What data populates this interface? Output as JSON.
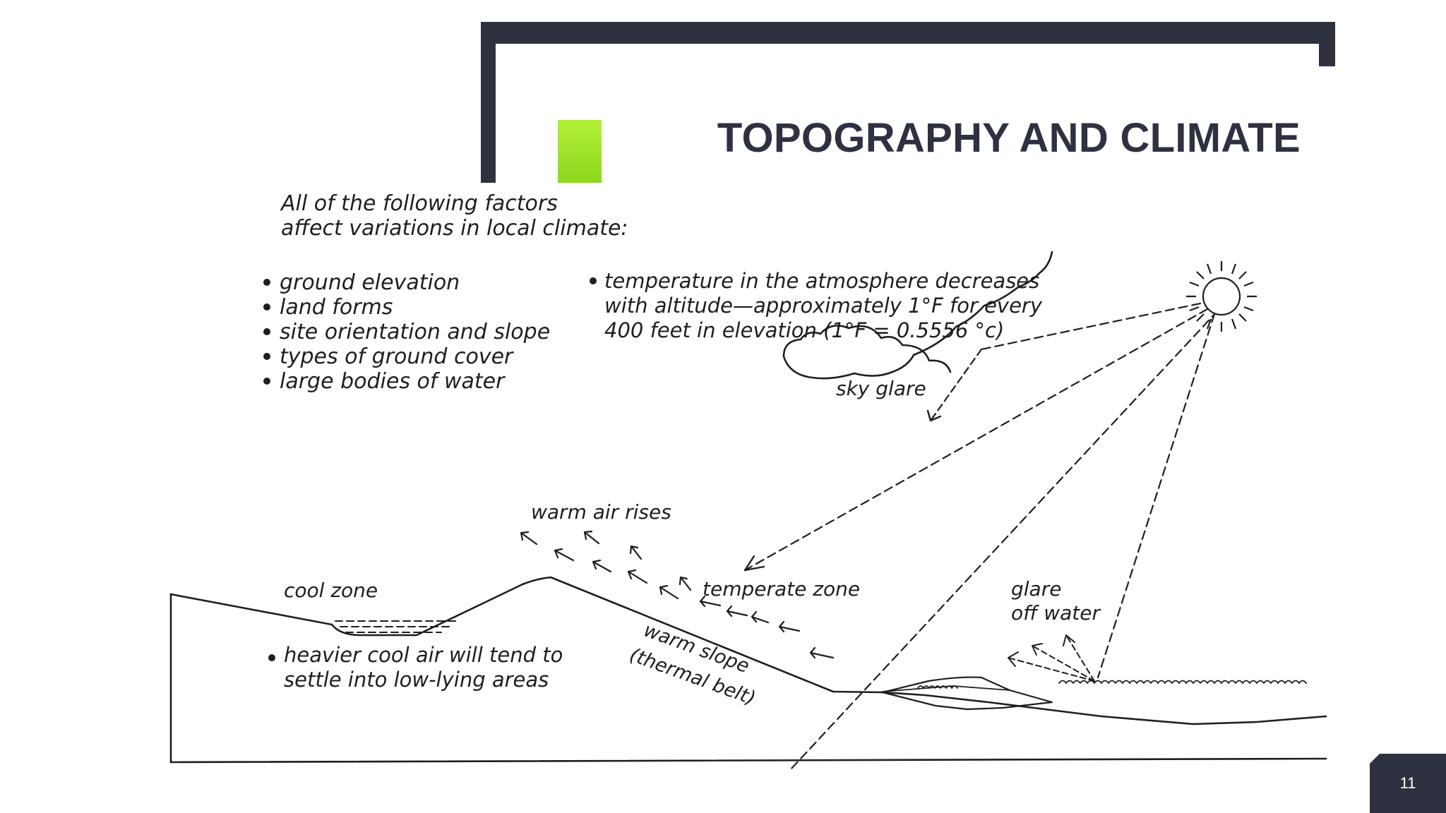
{
  "slide": {
    "title": "TOPOGRAPHY AND CLIMATE",
    "page_number": "11",
    "colors": {
      "dark": "#2e3140",
      "accent": "#9be227",
      "ink": "#1e1e1e"
    }
  },
  "diagram": {
    "intro_line1": "All of the following factors",
    "intro_line2": "affect variations in local climate:",
    "factors": [
      "ground elevation",
      "land forms",
      "site orientation and slope",
      "types of ground cover",
      "large bodies of water"
    ],
    "temperature_note": [
      "temperature in the atmosphere decreases",
      "with altitude—approximately  1°F for every",
      "400 feet in elevation  (1°F = 0.5556 °c)"
    ],
    "sky_glare": "sky glare",
    "warm_air_rises": "warm air rises",
    "cool_zone": "cool zone",
    "temperate_zone": "temperate zone",
    "glare_line1": "glare",
    "glare_line2": "off water",
    "cool_air_note": [
      "heavier cool air will tend to",
      "settle into low-lying areas"
    ],
    "warm_slope_line1": "warm slope",
    "warm_slope_line2": "(thermal belt)",
    "sun_icon": "sun-icon"
  }
}
